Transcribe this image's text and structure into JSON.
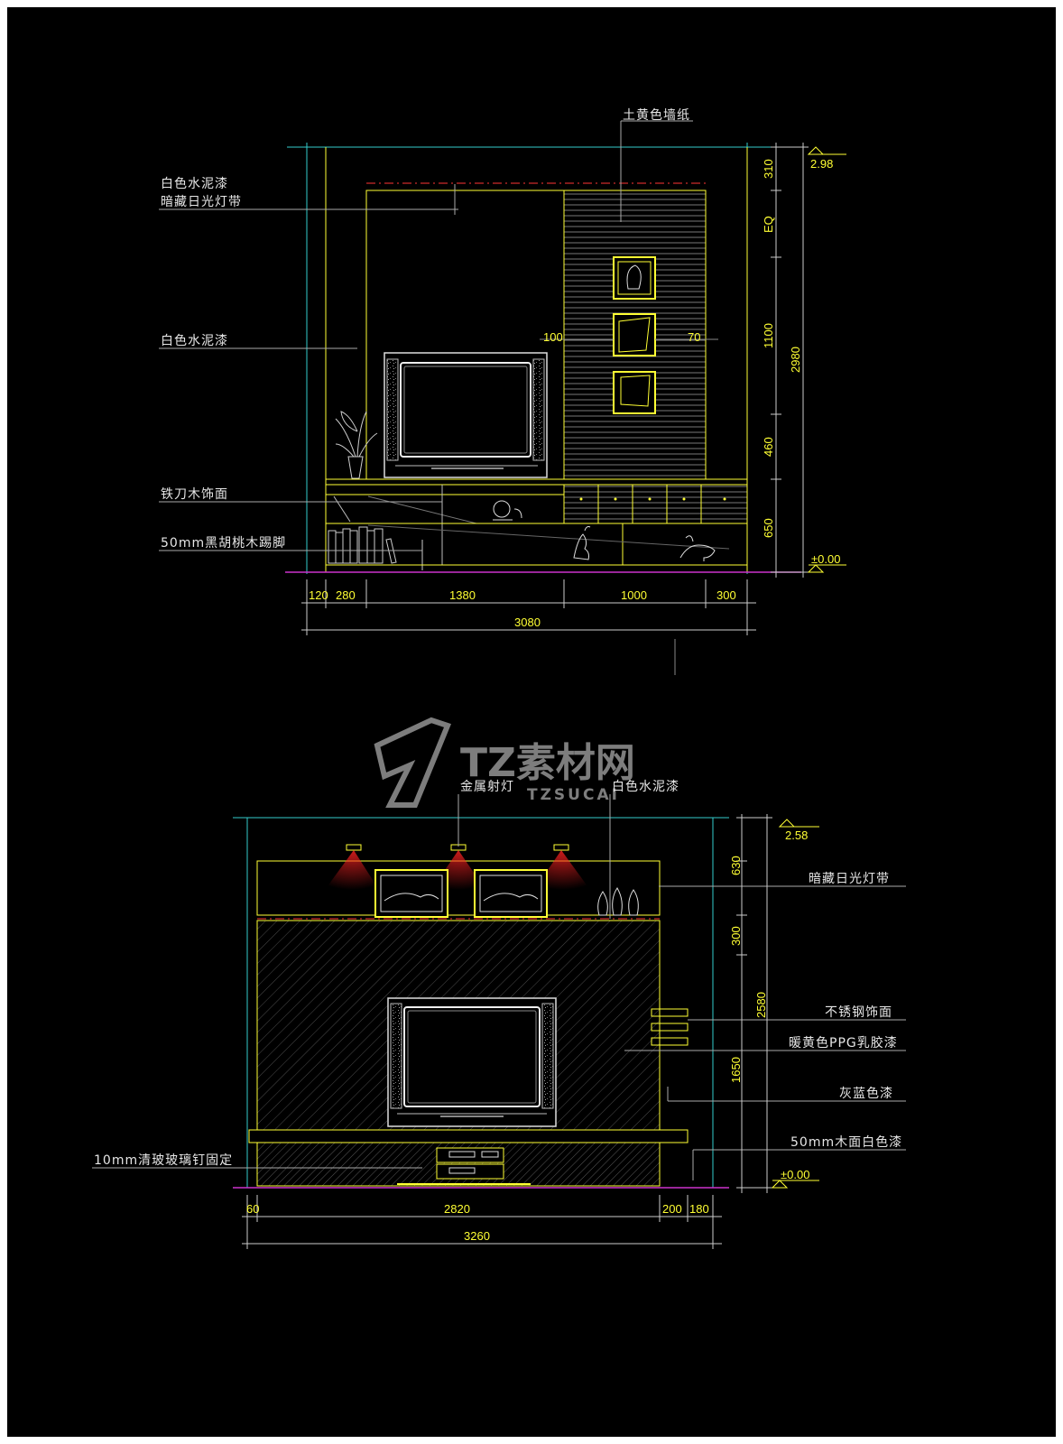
{
  "top_elevation": {
    "labels": {
      "wallpaper": "土黄色墙纸",
      "cement_paint_light_1": "白色水泥漆",
      "cement_paint_light_2": "暗藏日光灯带",
      "cement_paint": "白色水泥漆",
      "wood_facing": "铁刀木饰面",
      "skirting": "50mm黑胡桃木踢脚"
    },
    "inline_dims": {
      "left": "100",
      "right": "70"
    },
    "vertical_dims": [
      "310",
      "EQ",
      "1100",
      "460",
      "650"
    ],
    "total_height": "2980",
    "level_top": "2.98",
    "level_bottom": "±0.00",
    "horizontal_dims": [
      "120",
      "280",
      "1380",
      "1000",
      "300"
    ],
    "total_width": "3080"
  },
  "bottom_elevation": {
    "labels": {
      "metal_spotlight": "金属射灯",
      "cement_paint": "白色水泥漆",
      "hidden_light": "暗藏日光灯带",
      "stainless": "不锈钢饰面",
      "ppg_latex": "暖黄色PPG乳胶漆",
      "grey_blue": "灰蓝色漆",
      "wood_white": "50mm木面白色漆",
      "glass_fix": "10mm清玻玻璃钉固定"
    },
    "vertical_dims": [
      "630",
      "300",
      "1650"
    ],
    "total_height": "2580",
    "level_top": "2.58",
    "level_bottom": "±0.00",
    "horizontal_dims": [
      "60",
      "2820",
      "200",
      "180"
    ],
    "total_width": "3260"
  },
  "watermark": {
    "brand": "TZ素材网",
    "sub": "TZSUCAI"
  },
  "colors": {
    "background": "#000000",
    "line_yellow": "#ffff33",
    "line_cyan": "#33cccc",
    "line_magenta": "#cc33cc",
    "line_red": "#ff3333",
    "label": "#e6e6e6"
  }
}
